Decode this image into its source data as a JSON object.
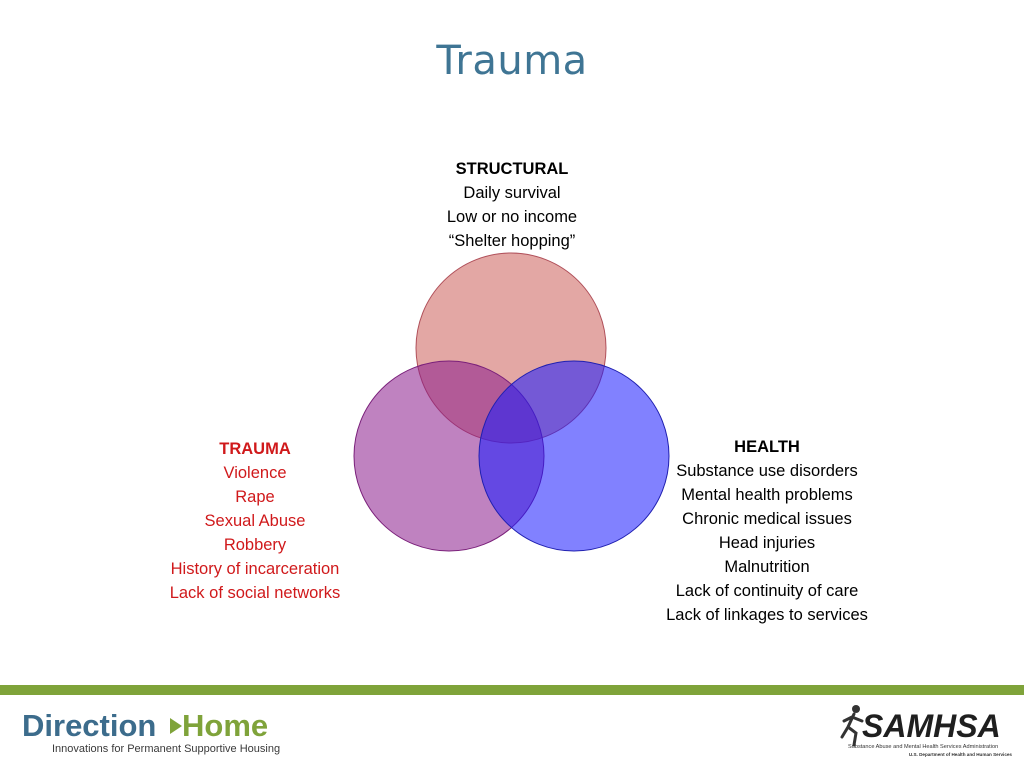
{
  "slide": {
    "title": "Trauma"
  },
  "structural": {
    "heading": "STRUCTURAL",
    "items": [
      "Daily survival",
      "Low or no income",
      "“Shelter hopping”"
    ]
  },
  "trauma": {
    "heading": "TRAUMA",
    "items": [
      "Violence",
      "Rape",
      "Sexual Abuse",
      "Robbery",
      "History of incarceration",
      "Lack of social networks"
    ]
  },
  "health": {
    "heading": "HEALTH",
    "items": [
      "Substance use disorders",
      "Mental health problems",
      "Chronic medical issues",
      "Head injuries",
      "Malnutrition",
      "Lack of continuity of care",
      "Lack of linkages to services"
    ]
  },
  "venn": {
    "colors": {
      "structural_fill": "#c8504a",
      "trauma_fill": "#8a1c8c",
      "health_fill": "#1a1aff",
      "trauma_text": "#d0191b",
      "title": "#3f7594"
    }
  },
  "footer": {
    "bar_color": "#7fa33a",
    "left_logo": {
      "word1": "Direction",
      "word2": "Home",
      "tagline": "Innovations for Permanent Supportive Housing"
    },
    "right_logo": {
      "name": "SAMHSA",
      "line1": "Substance Abuse and Mental Health Services Administration",
      "line2": "U.S. Department of Health and Human Services"
    }
  }
}
